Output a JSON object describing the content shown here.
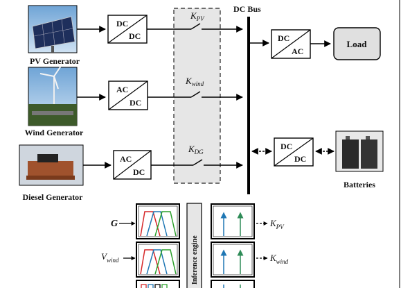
{
  "bus": {
    "label": "DC Bus"
  },
  "sources": [
    {
      "label": "PV Generator",
      "converter": [
        "DC",
        "DC"
      ],
      "switch": "K",
      "switch_sub": "PV"
    },
    {
      "label": "Wind Generator",
      "converter": [
        "AC",
        "DC"
      ],
      "switch": "K",
      "switch_sub": "wind"
    },
    {
      "label": "Diesel Generator",
      "converter": [
        "AC",
        "DC"
      ],
      "switch": "K",
      "switch_sub": "DG"
    }
  ],
  "load": {
    "converter": [
      "DC",
      "AC"
    ],
    "label": "Load"
  },
  "battery": {
    "converter": [
      "DC",
      "DC"
    ],
    "label": "Batteries"
  },
  "controller": {
    "inputs": [
      {
        "main": "G",
        "sub": ""
      },
      {
        "main": "V",
        "sub": "wind"
      }
    ],
    "engine_label": "Inference engine",
    "outputs": [
      {
        "main": "K",
        "sub": "PV"
      },
      {
        "main": "K",
        "sub": "wind"
      }
    ]
  },
  "colors": {
    "mf_red": "#d62728",
    "mf_green": "#2ca02c",
    "mf_blue": "#1f77b4",
    "arrow_blue": "#1f77b4",
    "arrow_green": "#2e8b57",
    "switch_panel": "#e6e6e6",
    "load_box": "#e0e0e0"
  }
}
